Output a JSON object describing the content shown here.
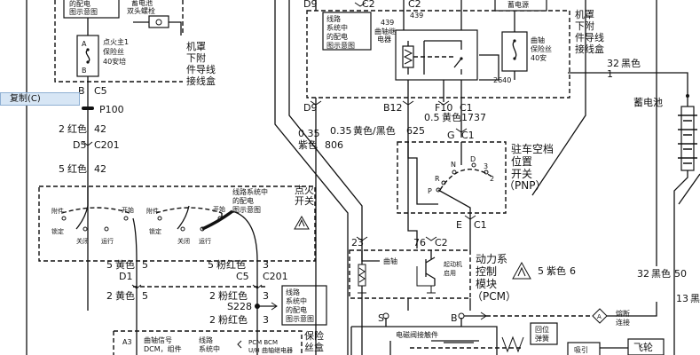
{
  "context_menu": {
    "copy": "复制(C)"
  },
  "diagram": {
    "top_left_fragments": [
      "的配电",
      "图示意图"
    ],
    "bolt_label": [
      "蓄电池",
      "双头螺栓"
    ],
    "fuse_mid": {
      "pins": [
        "A",
        "B"
      ],
      "lines": [
        "点火主1",
        "保险丝",
        "40安培"
      ]
    },
    "engine_box_left": [
      "机罩",
      "下附",
      "件导线",
      "接线盒"
    ],
    "left_col": {
      "c5": "C5",
      "b_pin": "B",
      "p100": "P100",
      "w1_num": "2",
      "w1_col": "红色",
      "w1_circ": "42",
      "d5": "D5",
      "c201": "C201",
      "w2_num": "5",
      "w2_col": "红色",
      "w2_circ": "42"
    },
    "ignition": {
      "ref": [
        "线路系统中",
        "的配电",
        "图示意图"
      ],
      "title": [
        "点火",
        "开关"
      ],
      "labels": [
        "附件",
        "开始",
        "锁定",
        "关闭",
        "运行",
        "附件",
        "开始",
        "锁定",
        "关闭",
        "运行"
      ]
    },
    "bottom_left": {
      "w1_num": "5",
      "w1_col": "黄色",
      "w1_circ": "5",
      "w2_num": "5",
      "w2_col": "粉红色",
      "w2_circ": "3",
      "d1": "D1",
      "c5": "C5",
      "c201": "C201",
      "w3_num": "2",
      "w3_col": "黄色",
      "w3_circ": "5",
      "w4_num": "2",
      "w4_col": "粉红色",
      "w4_circ": "3",
      "s228": "S228",
      "w5_num": "2",
      "w5_col": "粉红色",
      "w5_circ": "3",
      "ref": [
        "线路",
        "系统中",
        "的配电",
        "图示意图"
      ],
      "fuse_box": [
        "保险",
        "丝盒"
      ],
      "a3": "A3",
      "crank_sig": [
        "曲轴信号",
        "DCM，组件"
      ],
      "ref2": [
        "线路",
        "系统中"
      ],
      "pcm_bcm": [
        "PCM BCM",
        "U/H 曲轴继电器"
      ]
    },
    "top_right": {
      "d9": "D9",
      "c2": "C2",
      "c2b": "C2",
      "ref": [
        "线路",
        "系统中",
        "的配电",
        "图示意图"
      ],
      "pins439": [
        "439",
        "439"
      ],
      "relay": [
        "曲轴继",
        "电器"
      ],
      "batt_label": "蓄电源",
      "fuse": [
        "曲轴",
        "保险丝",
        "40安"
      ],
      "box": [
        "机罩",
        "下附",
        "件导线",
        "接线盒"
      ],
      "wire2640": "2640"
    },
    "mid": {
      "d9": "D9",
      "b12": "B12",
      "f10": "F10",
      "c1": "C1",
      "w1_num": "0.5",
      "w1_col": "黄色",
      "w1_circ": "1737",
      "w2_num": "0.35",
      "w2_col": "黄色/黑色",
      "w2_circ": "625",
      "w3_num": "0.35",
      "w3_col": "紫色",
      "w3_circ": "806"
    },
    "pnp": {
      "g": "G",
      "c1": "C1",
      "e": "E",
      "c1b": "C1",
      "title": [
        "驻车空档",
        "位置",
        "开关",
        "（PNP）"
      ],
      "positions": [
        "N",
        "R",
        "P",
        "D",
        "3",
        "2"
      ]
    },
    "pcm": {
      "p23": "23",
      "p76": "76",
      "c2": "C2",
      "crank": "曲轴",
      "start": [
        "起动机",
        "启用"
      ],
      "title": [
        "动力系",
        "控制",
        "模块",
        "（PCM）"
      ],
      "wire_num": "5",
      "wire_col": "紫色",
      "wire_circ": "6"
    },
    "right": {
      "batt_wire_num": "32",
      "batt_wire_col": "黑色",
      "batt_wire_circ": "1",
      "battery": "蓄电池",
      "w2_num": "32",
      "w2_col": "黑色",
      "w2_circ": "50",
      "w3_num": "13",
      "w3_col": "黑"
    },
    "solenoid": {
      "s": "S",
      "b": "B",
      "title": "电磁阀接触件",
      "spring": [
        "回位",
        "弹簧"
      ],
      "fusible": [
        "熔断",
        "连接"
      ],
      "fuse_a": "A",
      "flywheel": "飞轮",
      "coil": "吸引"
    }
  }
}
